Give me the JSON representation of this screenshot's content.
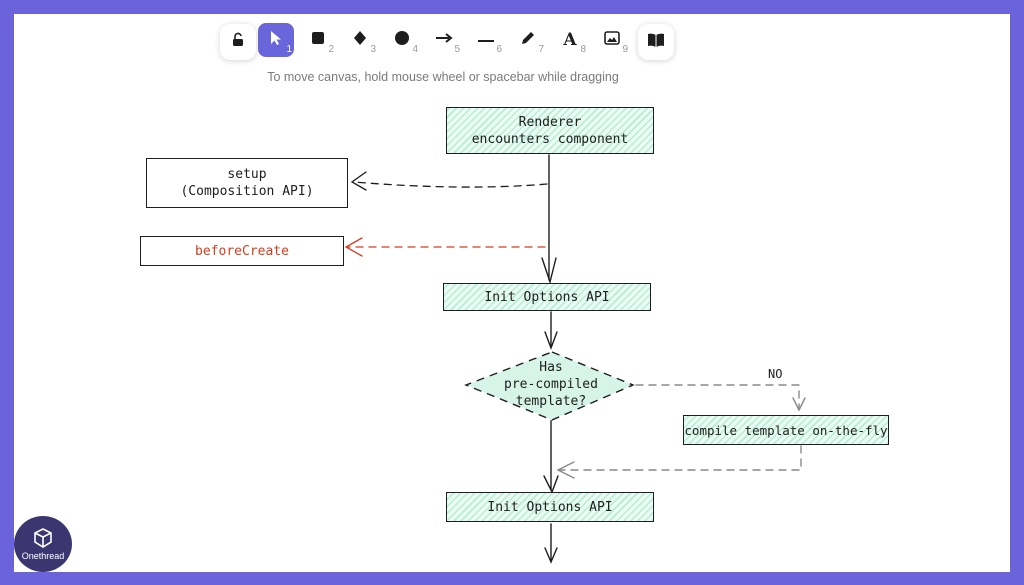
{
  "toolbar": {
    "tools": [
      {
        "name": "selection",
        "icon": "cursor-icon",
        "num": "1"
      },
      {
        "name": "rectangle",
        "icon": "square-icon",
        "num": "2"
      },
      {
        "name": "diamond",
        "icon": "diamond-icon",
        "num": "3"
      },
      {
        "name": "ellipse",
        "icon": "circle-icon",
        "num": "4"
      },
      {
        "name": "arrow",
        "icon": "arrow-icon",
        "num": "5"
      },
      {
        "name": "line",
        "icon": "line-icon",
        "num": "6"
      },
      {
        "name": "draw",
        "icon": "pencil-icon",
        "num": "7"
      },
      {
        "name": "text",
        "icon": "text-icon",
        "num": "8"
      },
      {
        "name": "image",
        "icon": "image-icon",
        "num": "9"
      }
    ],
    "text_glyph": "A",
    "active_tool": "selection",
    "lock_icon": "unlock-icon",
    "library_icon": "book-icon"
  },
  "hint": "To move canvas, hold mouse wheel or spacebar while dragging",
  "diagram": {
    "renderer": "Renderer\nencounters component",
    "setup": "setup\n(Composition API)",
    "before_create": "beforeCreate",
    "init_options_1": "Init Options API",
    "decision": "Has\npre-compiled\ntemplate?",
    "no_label": "NO",
    "compile": "compile template on-the-fly",
    "init_options_2": "Init Options API"
  },
  "logo": {
    "text": "Onethread"
  },
  "colors": {
    "accent": "#6965db",
    "frame": "#6a63d9",
    "hatch": "#b8ecd9",
    "red": "#d63d1e"
  }
}
